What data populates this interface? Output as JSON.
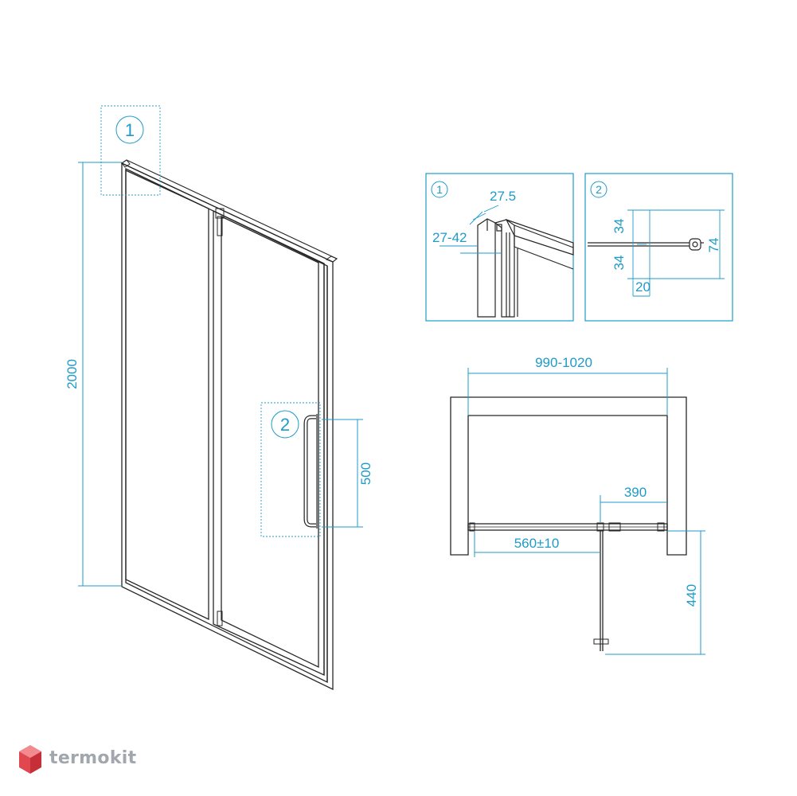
{
  "colors": {
    "accent": "#1e9bc7",
    "line": "#262626",
    "brand_grey": "#a2a7ad",
    "brand_red": "#e0474f"
  },
  "front_view": {
    "height_label": "2000",
    "handle_label": "500",
    "callout_1": "1",
    "callout_2": "2"
  },
  "detail_1": {
    "number": "1",
    "dim_top": "27.5",
    "dim_side": "27-42"
  },
  "detail_2": {
    "number": "2",
    "dim_a": "34",
    "dim_b": "34",
    "dim_total": "74",
    "dim_width": "20"
  },
  "plan_view": {
    "width_label": "990-1020",
    "fixed_label": "390",
    "opening_label": "560±10",
    "swing_label": "440"
  },
  "brand": {
    "name": "termokit",
    "logo_icon": "cube-logo-icon"
  }
}
